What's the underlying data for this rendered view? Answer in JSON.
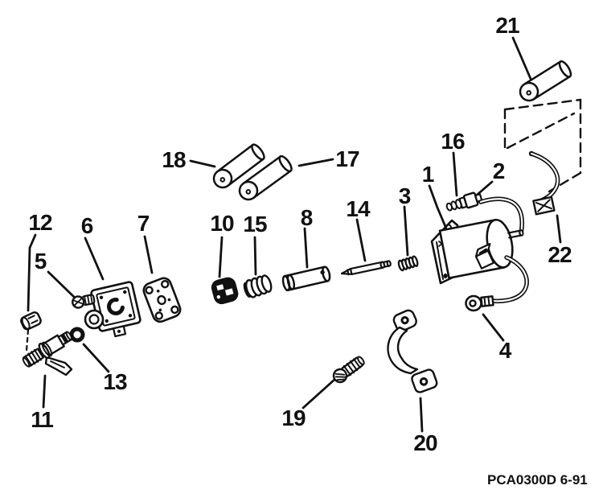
{
  "figure": {
    "code": "PCA0300D 6-91"
  },
  "colors": {
    "ink": "#111111",
    "background": "#ffffff"
  },
  "callouts": [
    {
      "label": "21"
    },
    {
      "label": "18"
    },
    {
      "label": "17"
    },
    {
      "label": "16"
    },
    {
      "label": "2"
    },
    {
      "label": "1"
    },
    {
      "label": "3"
    },
    {
      "label": "14"
    },
    {
      "label": "8"
    },
    {
      "label": "12"
    },
    {
      "label": "6"
    },
    {
      "label": "7"
    },
    {
      "label": "10"
    },
    {
      "label": "15"
    },
    {
      "label": "5"
    },
    {
      "label": "22"
    },
    {
      "label": "13"
    },
    {
      "label": "11"
    },
    {
      "label": "19"
    },
    {
      "label": "4"
    },
    {
      "label": "20"
    }
  ]
}
